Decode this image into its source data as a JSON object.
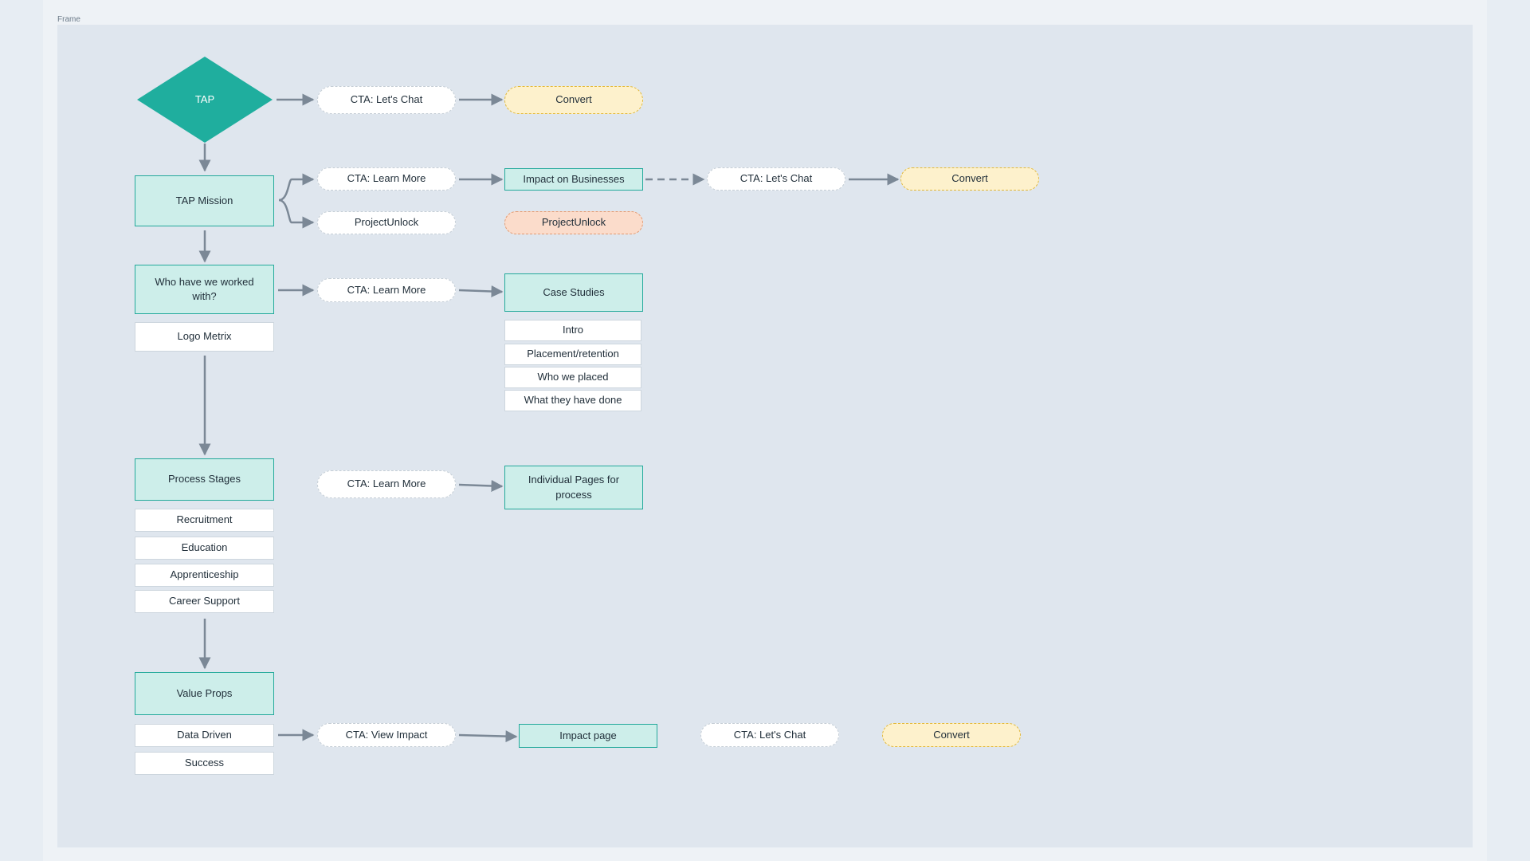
{
  "frame": {
    "label": "Frame"
  },
  "colors": {
    "diamond": "#1fae9e",
    "box_fill": "#cdeeea",
    "box_border": "#24a99b",
    "convert_fill": "#fdf1cc",
    "convert_border": "#e2b93b",
    "unlock_fill": "#fbdccb",
    "unlock_border": "#e39a71",
    "connector": "#7b8896"
  },
  "nodes": {
    "tap": "TAP",
    "cta_lets_chat_1": "CTA: Let's Chat",
    "convert_1": "Convert",
    "tap_mission": "TAP Mission",
    "cta_learn_more_1": "CTA: Learn More",
    "impact_on_businesses": "Impact on Businesses",
    "cta_lets_chat_2": "CTA: Let's Chat",
    "convert_2": "Convert",
    "project_unlock_1": "ProjectUnlock",
    "project_unlock_2": "ProjectUnlock",
    "who_worked_with": "Who have we worked with?",
    "logo_metrix": "Logo Metrix",
    "cta_learn_more_2": "CTA: Learn More",
    "case_studies": "Case Studies",
    "case_items": [
      "Intro",
      "Placement/retention",
      "Who we placed",
      "What they have done"
    ],
    "process_stages": "Process Stages",
    "process_items": [
      "Recruitment",
      "Education",
      "Apprenticeship",
      "Career Support"
    ],
    "cta_learn_more_3": "CTA: Learn More",
    "individual_pages": "Individual Pages for process",
    "value_props": "Value Props",
    "value_items": [
      "Data Driven",
      "Success"
    ],
    "cta_view_impact": "CTA: View Impact",
    "impact_page": "Impact page",
    "cta_lets_chat_3": "CTA: Let's Chat",
    "convert_3": "Convert"
  }
}
